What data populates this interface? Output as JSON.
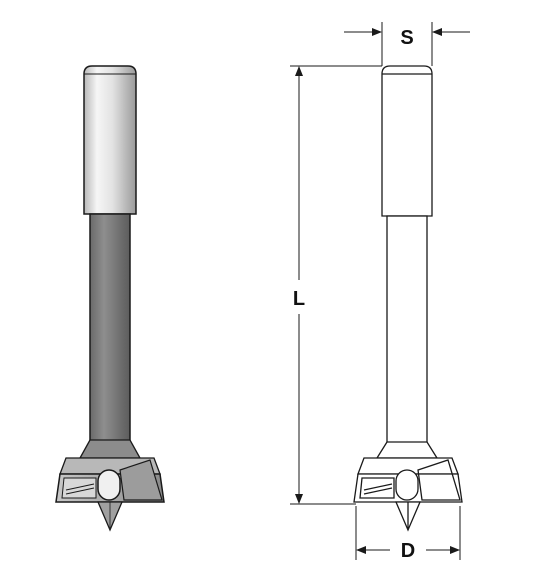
{
  "dimensions": {
    "shank_width": "S",
    "overall_length": "L",
    "cutting_diameter": "D"
  },
  "colors": {
    "outline": "#1a1a1a",
    "shank_light": "#e8e8e8",
    "shank_shade": "#9a9a9a",
    "body_grey": "#7c7c7c",
    "head_grey": "#a9a9a9",
    "head_light": "#d4d4d4",
    "background": "#ffffff"
  },
  "views": {
    "left": "shaded-rendering",
    "right": "line-drawing"
  }
}
